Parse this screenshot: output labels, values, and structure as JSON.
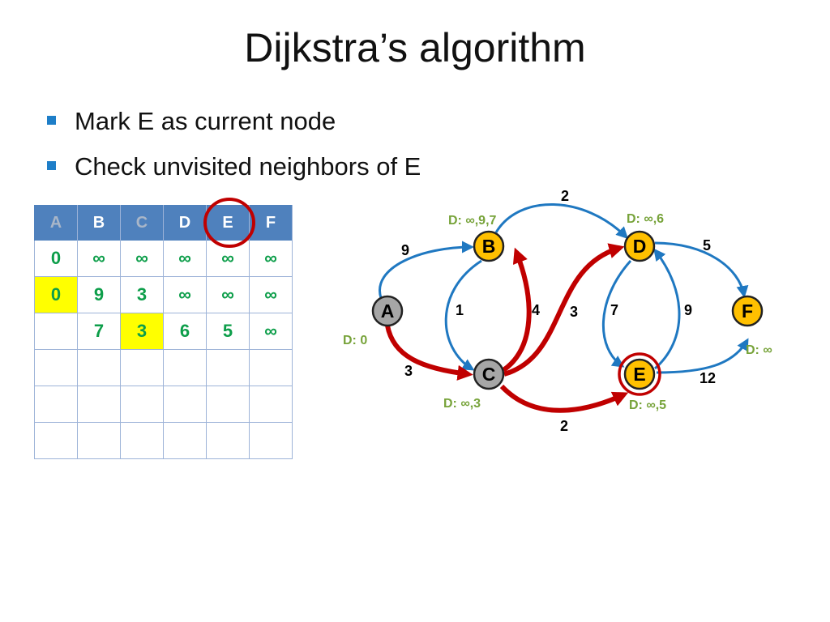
{
  "title": "Dijkstra’s  algorithm",
  "bullets": [
    "Mark E as current node",
    "Check unvisited neighbors of E"
  ],
  "table": {
    "headers": [
      "A",
      "B",
      "C",
      "D",
      "E",
      "F"
    ],
    "rows": [
      [
        "0",
        "∞",
        "∞",
        "∞",
        "∞",
        "∞"
      ],
      [
        "0",
        "9",
        "3",
        "∞",
        "∞",
        "∞"
      ],
      [
        "",
        "7",
        "3",
        "6",
        "5",
        "∞"
      ],
      [
        "",
        "",
        "",
        "",
        "",
        ""
      ],
      [
        "",
        "",
        "",
        "",
        "",
        ""
      ],
      [
        "",
        "",
        "",
        "",
        "",
        ""
      ]
    ],
    "dimmed_headers": [
      "A",
      "C"
    ],
    "circled_header": "E",
    "highlighted_cells": [
      [
        1,
        0
      ],
      [
        2,
        2
      ]
    ]
  },
  "graph": {
    "nodes": [
      {
        "id": "A",
        "label": "A",
        "distance": "D: 0",
        "fill": "#a6a6a6"
      },
      {
        "id": "B",
        "label": "B",
        "distance": "D: ∞,9,7",
        "fill": "#ffc000"
      },
      {
        "id": "C",
        "label": "C",
        "distance": "D: ∞,3",
        "fill": "#a6a6a6"
      },
      {
        "id": "D",
        "label": "D",
        "distance": "D: ∞,6",
        "fill": "#ffc000"
      },
      {
        "id": "E",
        "label": "E",
        "distance": "D: ∞,5",
        "fill": "#ffc000"
      },
      {
        "id": "F",
        "label": "F",
        "distance": "D: ∞",
        "fill": "#ffc000"
      }
    ],
    "edges": [
      {
        "from": "A",
        "to": "B",
        "weight": "9",
        "highlighted": false
      },
      {
        "from": "A",
        "to": "C",
        "weight": "3",
        "highlighted": true
      },
      {
        "from": "B",
        "to": "C",
        "weight": "1",
        "highlighted": false
      },
      {
        "from": "C",
        "to": "B",
        "weight": "4",
        "highlighted": true
      },
      {
        "from": "B",
        "to": "D",
        "weight": "2",
        "highlighted": false
      },
      {
        "from": "C",
        "to": "D",
        "weight": "3",
        "highlighted": true
      },
      {
        "from": "C",
        "to": "E",
        "weight": "2",
        "highlighted": true
      },
      {
        "from": "D",
        "to": "E",
        "weight": "7",
        "highlighted": false
      },
      {
        "from": "E",
        "to": "D",
        "weight": "9",
        "highlighted": false
      },
      {
        "from": "D",
        "to": "F",
        "weight": "5",
        "highlighted": false
      },
      {
        "from": "E",
        "to": "F",
        "weight": "12",
        "highlighted": false
      }
    ],
    "current_node": "E"
  },
  "colors": {
    "edge": "#1f78c1",
    "edge_highlight": "#c00000",
    "distance_text": "#77a33a",
    "table_header": "#4f81bd",
    "table_value": "#0d9e4a",
    "cell_highlight": "#ffff00",
    "bullet": "#1e7ec8"
  }
}
